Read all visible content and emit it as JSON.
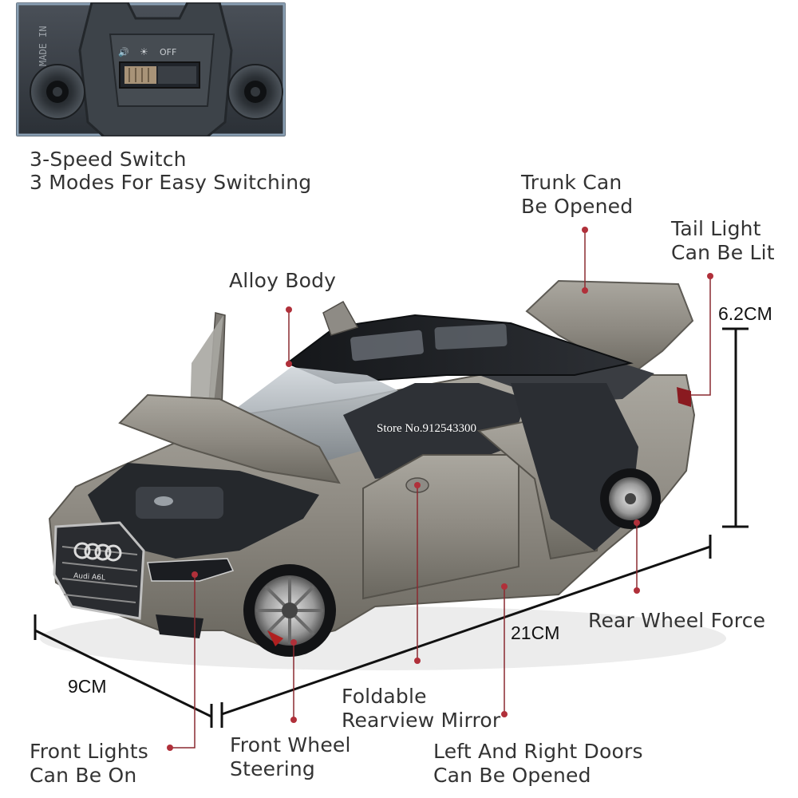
{
  "inset": {
    "stamp": "MADE IN",
    "switch_off": "OFF"
  },
  "caption": {
    "line1": "3-Speed Switch",
    "line2": "3 Modes For Easy Switching"
  },
  "callouts": {
    "trunk": {
      "line1": "Trunk Can",
      "line2": "Be Opened"
    },
    "tail_light": {
      "line1": "Tail Light",
      "line2": "Can Be Lit"
    },
    "alloy_body": {
      "line1": "Alloy Body"
    },
    "rear_wheel": {
      "line1": "Rear Wheel Force"
    },
    "mirror": {
      "line1": "Foldable",
      "line2": "Rearview Mirror"
    },
    "front_lights": {
      "line1": "Front Lights",
      "line2": "Can Be On"
    },
    "front_wheel": {
      "line1": "Front Wheel",
      "line2": "Steering"
    },
    "doors": {
      "line1": "Left And Right Doors",
      "line2": "Can Be Opened"
    }
  },
  "dimensions": {
    "height": "6.2CM",
    "length": "21CM",
    "width": "9CM"
  },
  "car": {
    "badge": "Audi A6L"
  },
  "watermark": "Store No.912543300",
  "colors": {
    "dot": "#b0303a",
    "body": "#8e8a82",
    "roof": "#1c1e22"
  }
}
